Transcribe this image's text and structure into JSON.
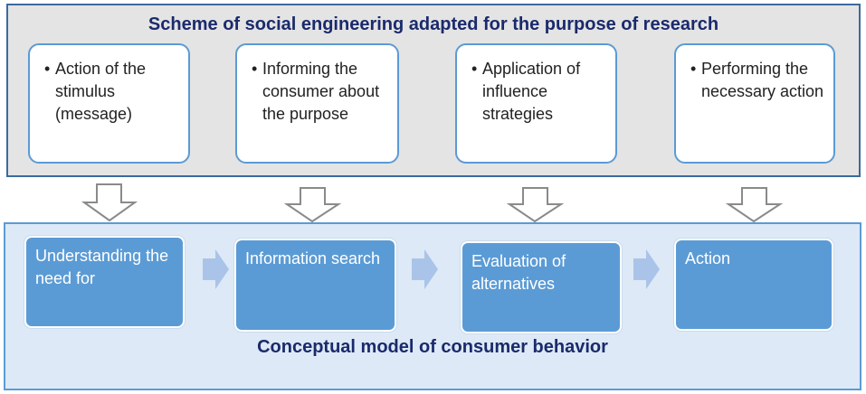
{
  "top_panel": {
    "title": "Scheme of social engineering adapted for the purpose of research",
    "items": [
      "Action of the stimulus (message)",
      "Informing the consumer about the purpose",
      "Application of influence strategies",
      "Performing the necessary action"
    ]
  },
  "bottom_panel": {
    "title": "Conceptual model of consumer behavior",
    "steps": [
      "Understanding the need for",
      "Information search",
      "Evaluation of alternatives",
      "Action"
    ]
  },
  "colors": {
    "accent": "#5b9bd5",
    "title": "#1a2a6c",
    "top_bg": "#e4e4e4",
    "bottom_bg": "#dde9f6"
  }
}
